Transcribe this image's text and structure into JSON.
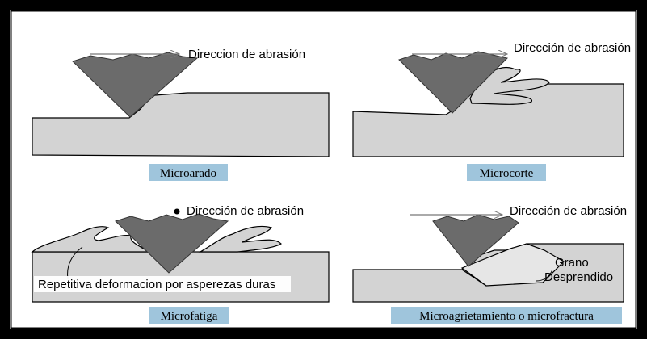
{
  "panels": [
    {
      "id": "microarado",
      "direction_label": "Direccion de abrasión",
      "caption": "Microarado"
    },
    {
      "id": "microcorte",
      "direction_label": "Dirección de abrasión",
      "caption": "Microcorte"
    },
    {
      "id": "microfatiga",
      "direction_label": "Dirección de abrasión",
      "caption": "Microfatiga",
      "annotation": "Repetitiva deformacion por asperezas duras"
    },
    {
      "id": "microfractura",
      "direction_label": "Dirección de abrasión",
      "caption": "Microagrietamiento o microfractura",
      "annotation_line1": "Grano",
      "annotation_line2": "Desprendido"
    }
  ],
  "colors": {
    "surface": "#d3d3d3",
    "abrasive": "#6b6b6b",
    "caption_bg": "#9fc5dc",
    "detached_grain": "#e6e6e6",
    "border": "#000000"
  }
}
